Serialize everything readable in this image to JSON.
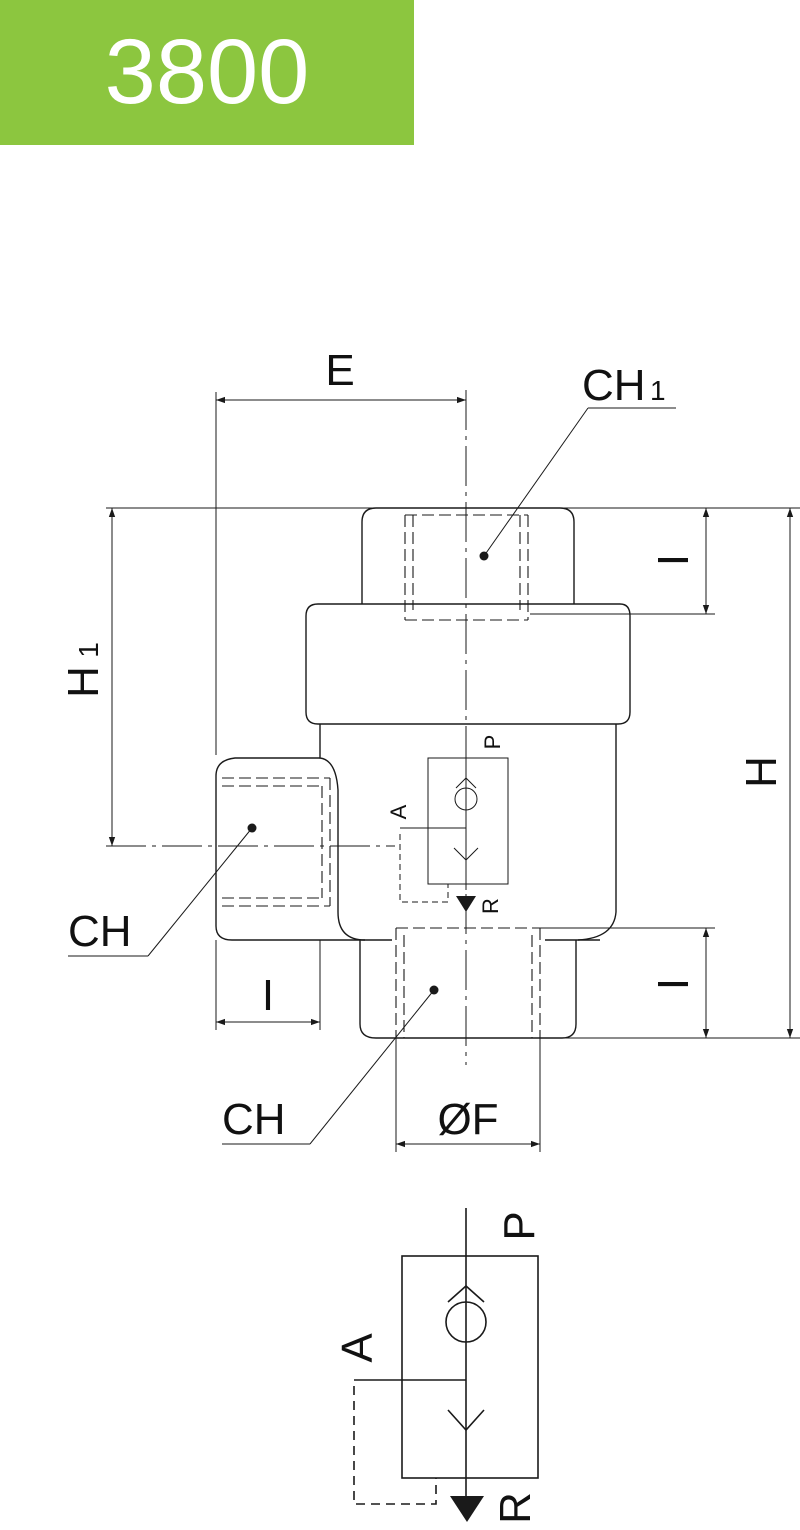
{
  "title": "3800",
  "colors": {
    "badge": "#8cc63f",
    "title_text": "#ffffff",
    "line": "#1a1a1a"
  },
  "drawing": {
    "labels": {
      "E": "E",
      "CH1": "CH",
      "CH1_sub": "1",
      "H1": "H",
      "H1_sub": "1",
      "H": "H",
      "I_top": "I",
      "I_bottom": "I",
      "I_left": "I",
      "CH_left": "CH",
      "CH_bottom": "CH",
      "OF": "ØF",
      "port_P": "P",
      "port_A": "A",
      "port_R": "R"
    }
  },
  "symbol": {
    "labels": {
      "port_P": "P",
      "port_A": "A",
      "port_R": "R"
    }
  }
}
